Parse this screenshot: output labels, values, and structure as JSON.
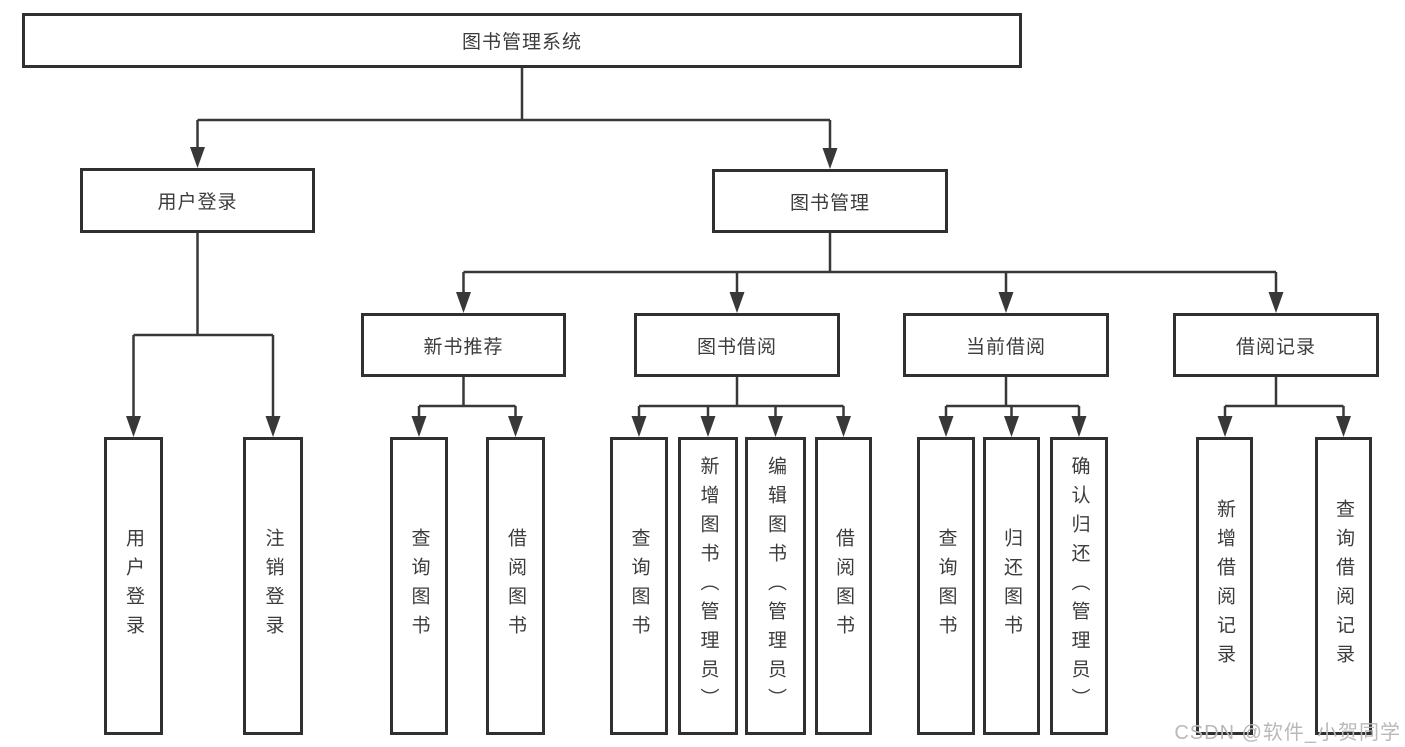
{
  "diagram": {
    "root": {
      "label": "图书管理系统"
    },
    "user_login": {
      "label": "用户登录",
      "children": [
        {
          "label": "用户登录"
        },
        {
          "label": "注销登录"
        }
      ]
    },
    "book_mgmt": {
      "label": "图书管理",
      "sections": {
        "new_book": {
          "label": "新书推荐",
          "children": [
            {
              "label": "查询图书"
            },
            {
              "label": "借阅图书"
            }
          ]
        },
        "book_borrow": {
          "label": "图书借阅",
          "children": [
            {
              "label": "查询图书"
            },
            {
              "label": "新增图书（管理员）"
            },
            {
              "label": "编辑图书（管理员）"
            },
            {
              "label": "借阅图书"
            }
          ]
        },
        "current_borrow": {
          "label": "当前借阅",
          "children": [
            {
              "label": "查询图书"
            },
            {
              "label": "归还图书"
            },
            {
              "label": "确认归还（管理员）"
            }
          ]
        },
        "borrow_record": {
          "label": "借阅记录",
          "children": [
            {
              "label": "新增借阅记录"
            },
            {
              "label": "查询借阅记录"
            }
          ]
        }
      }
    }
  },
  "colors": {
    "line": "#383838",
    "border": "#303030",
    "text": "#3c3c3c",
    "watermark": "#b9b9b9"
  },
  "watermark": {
    "text": "CSDN @软件_小贺同学"
  }
}
